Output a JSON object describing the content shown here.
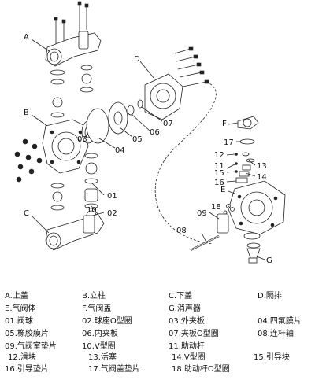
{
  "diagram": {
    "callouts": [
      "A",
      "B",
      "C",
      "D",
      "E",
      "F",
      "G",
      "01",
      "02",
      "03",
      "04",
      "05",
      "06",
      "07",
      "08",
      "09",
      "10",
      "11",
      "12",
      "13",
      "14",
      "15",
      "16",
      "17",
      "18"
    ]
  },
  "legend": [
    [
      "A.上盖",
      "B.立柱",
      "C.下盖",
      "D.隔排"
    ],
    [
      "E.气阀体",
      "F.气阀盖",
      "G.消声器",
      ""
    ],
    [
      "01.阀球",
      "02.球座O型圈",
      "03.外夹板",
      "04.四氟膜片"
    ],
    [
      "05.橡胶膜片",
      "06.内夹板",
      "07.夹板O型圈",
      "08.连杆轴"
    ],
    [
      "09.气阀室垫片",
      "10.V型圈",
      "11.助动杆",
      ""
    ],
    [
      "12.滑块",
      "13.活塞",
      "14.V型圈",
      "15.引导块"
    ],
    [
      "16.引导垫片",
      "17.气阀盖垫片",
      "18.助动杆O型圈",
      ""
    ]
  ]
}
